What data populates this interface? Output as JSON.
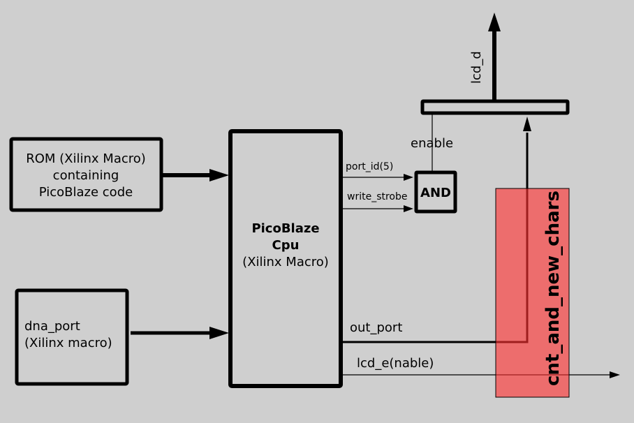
{
  "diagram": {
    "background": "#cfcfcf",
    "blocks": {
      "rom": {
        "lines": [
          "ROM (Xilinx Macro)",
          "containing",
          "PicoBlaze code"
        ]
      },
      "dna": {
        "lines": [
          "dna_port",
          "(Xilinx macro)"
        ]
      },
      "cpu": {
        "lines": [
          "PicoBlaze",
          "Cpu",
          "(Xilinx Macro)"
        ]
      },
      "and_gate": {
        "label": "AND"
      },
      "overlay": {
        "label": "cnt_and_new_chars",
        "color": "#e86666"
      }
    },
    "signals": {
      "port_id": "port_id(5)",
      "write_strobe": "write_strobe",
      "enable": "enable",
      "lcd_d": "lcd_d",
      "out_port": "out_port",
      "lcd_e": "lcd_e(nable)"
    }
  }
}
